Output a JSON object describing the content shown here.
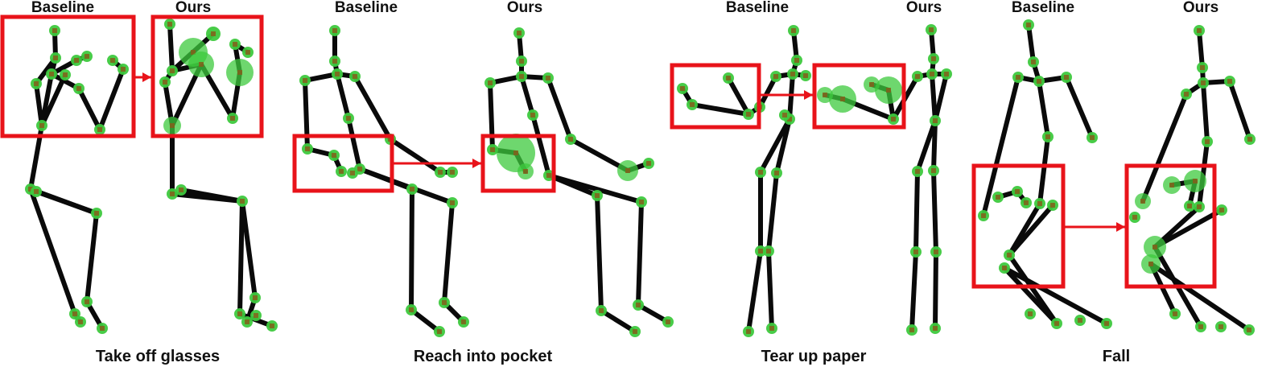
{
  "colors": {
    "bone": "#0a0a0a",
    "joint": "#3ec93e",
    "joint_core": "#8a5a1a",
    "highlight": "#e8131a"
  },
  "panels": [
    {
      "action": "Take off glasses",
      "baseline_label": "Baseline",
      "ours_label": "Ours"
    },
    {
      "action": "Reach into pocket",
      "baseline_label": "Baseline",
      "ours_label": "Ours"
    },
    {
      "action": "Tear up paper",
      "baseline_label": "Baseline",
      "ours_label": "Ours"
    },
    {
      "action": "Fall",
      "baseline_label": "Baseline",
      "ours_label": "Ours"
    }
  ]
}
